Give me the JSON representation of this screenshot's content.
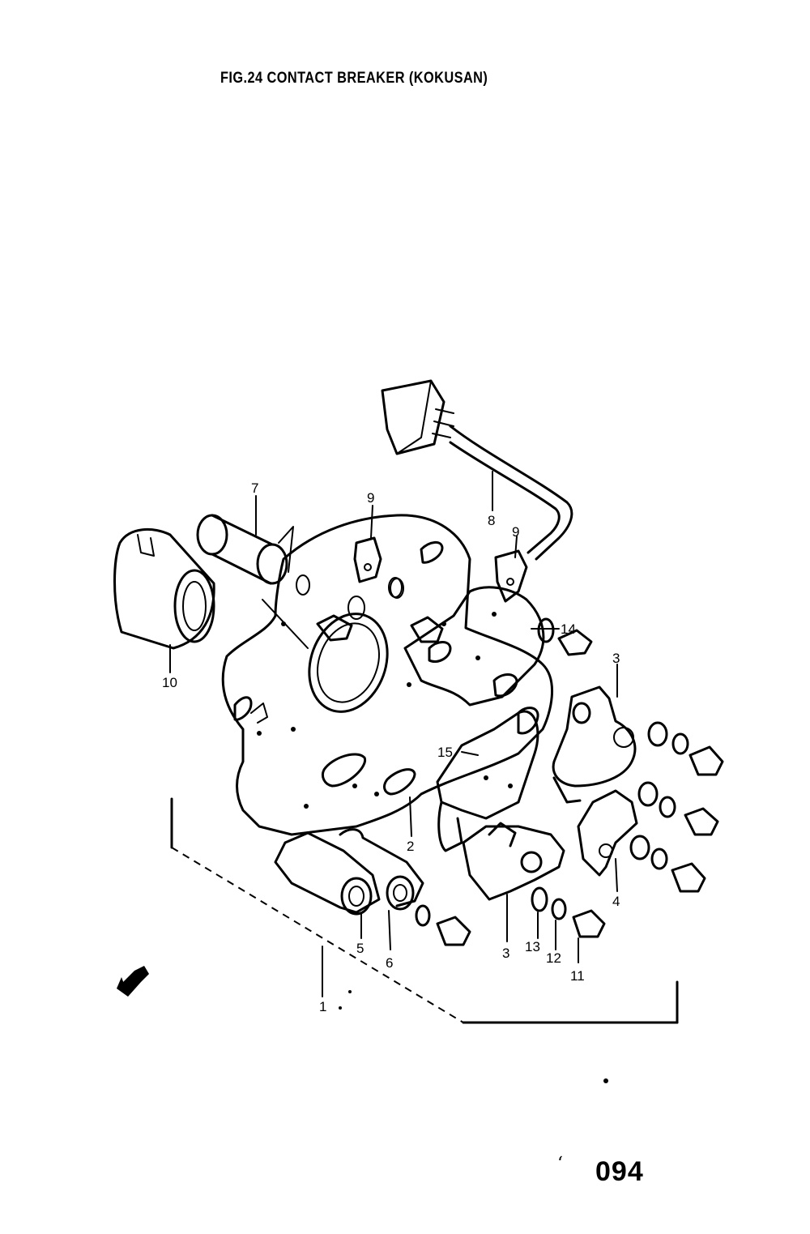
{
  "header": {
    "title": "FIG.24  CONTACT BREAKER (KOKUSAN)"
  },
  "footer": {
    "page_mark": "‘",
    "page_number": "094"
  },
  "callouts": [
    {
      "id": "c7",
      "text": "7"
    },
    {
      "id": "c9a",
      "text": "9"
    },
    {
      "id": "c8",
      "text": "8"
    },
    {
      "id": "c9b",
      "text": "9"
    },
    {
      "id": "c10",
      "text": "10"
    },
    {
      "id": "c14",
      "text": "14"
    },
    {
      "id": "c3a",
      "text": "3"
    },
    {
      "id": "c15",
      "text": "15"
    },
    {
      "id": "c2",
      "text": "2"
    },
    {
      "id": "c4",
      "text": "4"
    },
    {
      "id": "c5",
      "text": "5"
    },
    {
      "id": "c6",
      "text": "6"
    },
    {
      "id": "c3b",
      "text": "3"
    },
    {
      "id": "c13",
      "text": "13"
    },
    {
      "id": "c12",
      "text": "12"
    },
    {
      "id": "c11",
      "text": "11"
    },
    {
      "id": "c1",
      "text": "1"
    }
  ]
}
